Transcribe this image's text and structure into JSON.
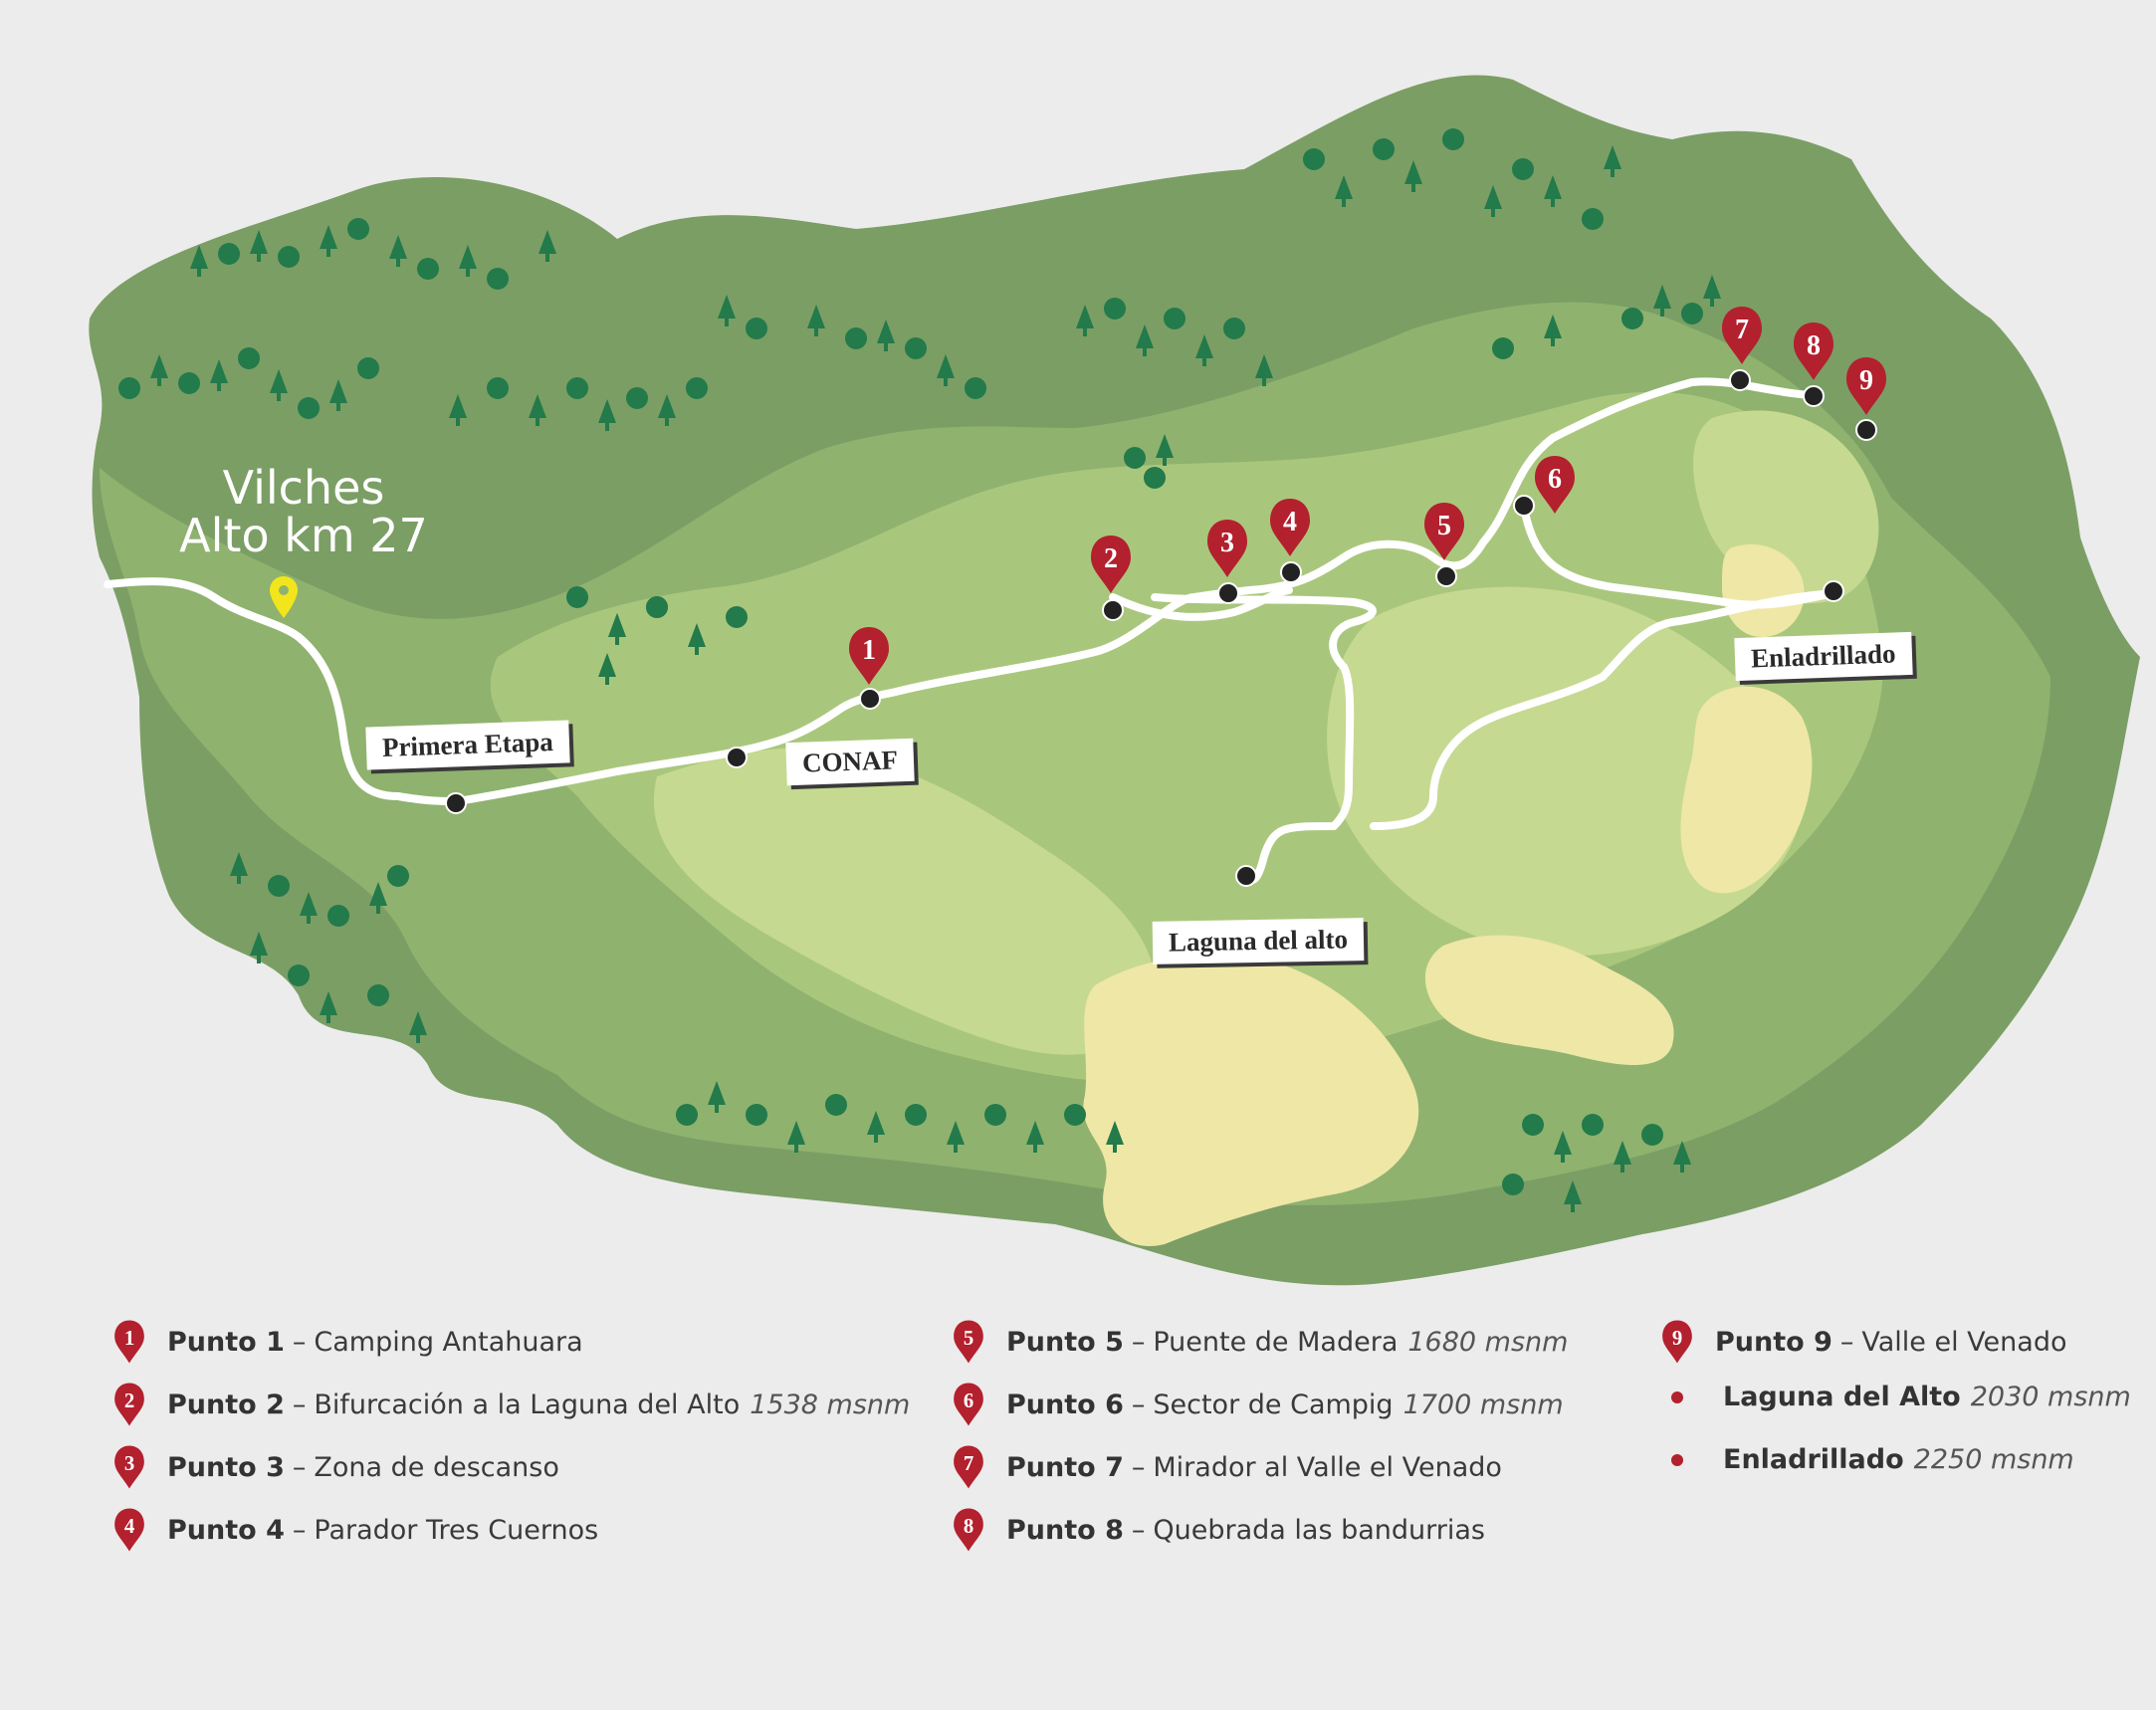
{
  "origin": {
    "line1": "Vilches",
    "line2": "Alto km 27"
  },
  "callouts": {
    "primera_etapa": "Primera Etapa",
    "conaf": "CONAF",
    "laguna": "Laguna del alto",
    "enladrillado": "Enladrillado"
  },
  "markers": [
    "1",
    "2",
    "3",
    "4",
    "5",
    "6",
    "7",
    "8",
    "9"
  ],
  "legend": [
    {
      "num": "1",
      "name": "Punto 1",
      "sep": "–",
      "desc": "Camping Antahuara",
      "alt": ""
    },
    {
      "num": "2",
      "name": "Punto 2",
      "sep": "–",
      "desc": "Bifurcación a la Laguna del Alto",
      "alt": "1538 msnm"
    },
    {
      "num": "3",
      "name": "Punto 3",
      "sep": "–",
      "desc": "Zona de descanso",
      "alt": ""
    },
    {
      "num": "4",
      "name": "Punto 4",
      "sep": "–",
      "desc": "Parador Tres Cuernos",
      "alt": ""
    },
    {
      "num": "5",
      "name": "Punto 5",
      "sep": "–",
      "desc": "Puente de Madera",
      "alt": "1680 msnm"
    },
    {
      "num": "6",
      "name": "Punto 6",
      "sep": "–",
      "desc": "Sector de Campig",
      "alt": "1700 msnm"
    },
    {
      "num": "7",
      "name": "Punto 7",
      "sep": "–",
      "desc": "Mirador al Valle el Venado",
      "alt": ""
    },
    {
      "num": "8",
      "name": "Punto 8",
      "sep": "–",
      "desc": "Quebrada las bandurrias",
      "alt": ""
    },
    {
      "num": "9",
      "name": "Punto 9",
      "sep": "–",
      "desc": "Valle el Venado",
      "alt": ""
    },
    {
      "num": "",
      "name": "Laguna del Alto",
      "sep": "",
      "desc": "",
      "alt": "2030 msnm"
    },
    {
      "num": "",
      "name": "Enladrillado",
      "sep": "",
      "desc": "",
      "alt": "2250 msnm"
    }
  ],
  "colors": {
    "background": "#ececec",
    "forest_dark": "#7b9e65",
    "forest_mid": "#8fb26f",
    "meadow": "#a9c77c",
    "meadow_light": "#c5d991",
    "sand": "#efe7a6",
    "trail": "#ffffff",
    "marker_red": "#b3202e",
    "origin_pin": "#f2e51b",
    "tree": "#237a4a"
  }
}
